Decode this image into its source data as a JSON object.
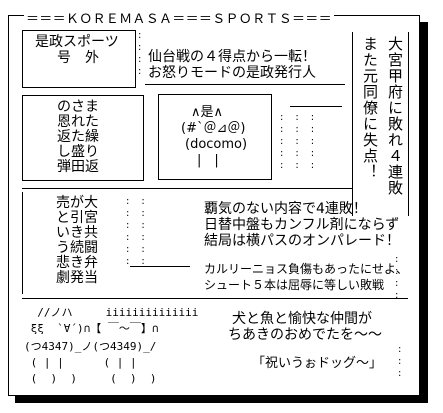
{
  "masthead": "＝＝＝ＫＯＲＥＭＡＳＡ＝＝＝ＳＰＯＲＴＳ＝＝＝",
  "edition": {
    "line1": "是政スポーツ",
    "line2": "号　外"
  },
  "lead": {
    "line1": "仙台戦の４得点から一転！",
    "line2": "お怒りモードの是政発行人"
  },
  "right_column": [
    "大宮甲府に敗れ４連敗",
    "また元同僚に失点！"
  ],
  "left_column_1": [
    "のさま",
    "恩れた",
    "返た繰",
    "し盛り",
    "弾田返"
  ],
  "mascot": {
    "line1": "∧是∧",
    "line2": "(#`＠⊿＠)",
    "line3": "(docomo)",
    "line4": "|　|"
  },
  "left_column_2": [
    "売が大",
    "と引宮",
    "いき共",
    "う続闘",
    "悲き弁",
    "劇発当"
  ],
  "headline2": {
    "line1": "覇気のない内容で4連敗！",
    "line2": "日替中盤もカンフル剤にならず",
    "line3": "結局は横パスのオンパレード！"
  },
  "subhead": {
    "line1": "カルリーニョス負傷もあったにせよ、",
    "line2": "シュート５本は屈辱に等しい敗戦"
  },
  "bottom": {
    "aa1": "  //ノハ     iiiiiiiiiiiiii",
    "aa2": " ξξ  `∀´)∩【 ￣～￣】∩",
    "aa3": "(つ4347)_ノ(つ4349)_/",
    "aa4": " ( | |      ( | |",
    "aa5": " (  )  )     (  )  )",
    "text1": "犬と魚と愉快な仲間が",
    "text2": "ちあきのおめでたを～～",
    "text3": "「祝いうぉドッグ～」"
  }
}
